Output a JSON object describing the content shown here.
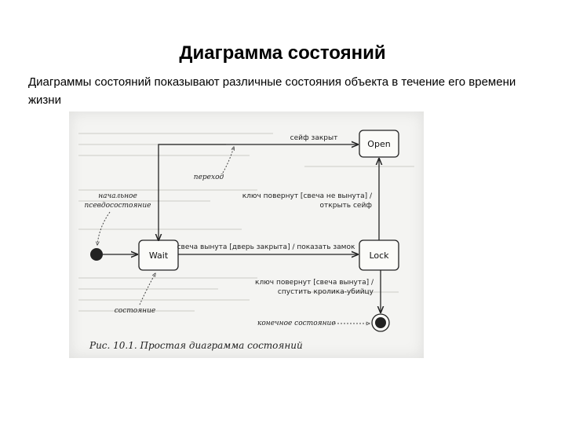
{
  "slide": {
    "title": "Диаграмма состояний",
    "subtitle": "Диаграммы состояний показывают различные состояния объекта в течение его времени жизни"
  },
  "diagram": {
    "states": {
      "open": "Open",
      "wait": "Wait",
      "lock": "Lock"
    },
    "transitions": {
      "safe_closed": "сейф закрыт",
      "key_turned_open_line1": "ключ повернут [свеча не вынута] /",
      "key_turned_open_line2": "открыть сейф",
      "candle_removed": "свеча вынута [дверь закрыта] / показать замок",
      "key_turned_lock_line1": "ключ повернут [свеча вынута] /",
      "key_turned_lock_line2": "спустить кролика-убийцу"
    },
    "annotations": {
      "transition_note": "переход",
      "initial_line1": "начальное",
      "initial_line2": "псевдосостояние",
      "state_note": "состояние",
      "final_note": "конечное состояние"
    },
    "caption": "Рис. 10.1. Простая диаграмма состояний"
  }
}
